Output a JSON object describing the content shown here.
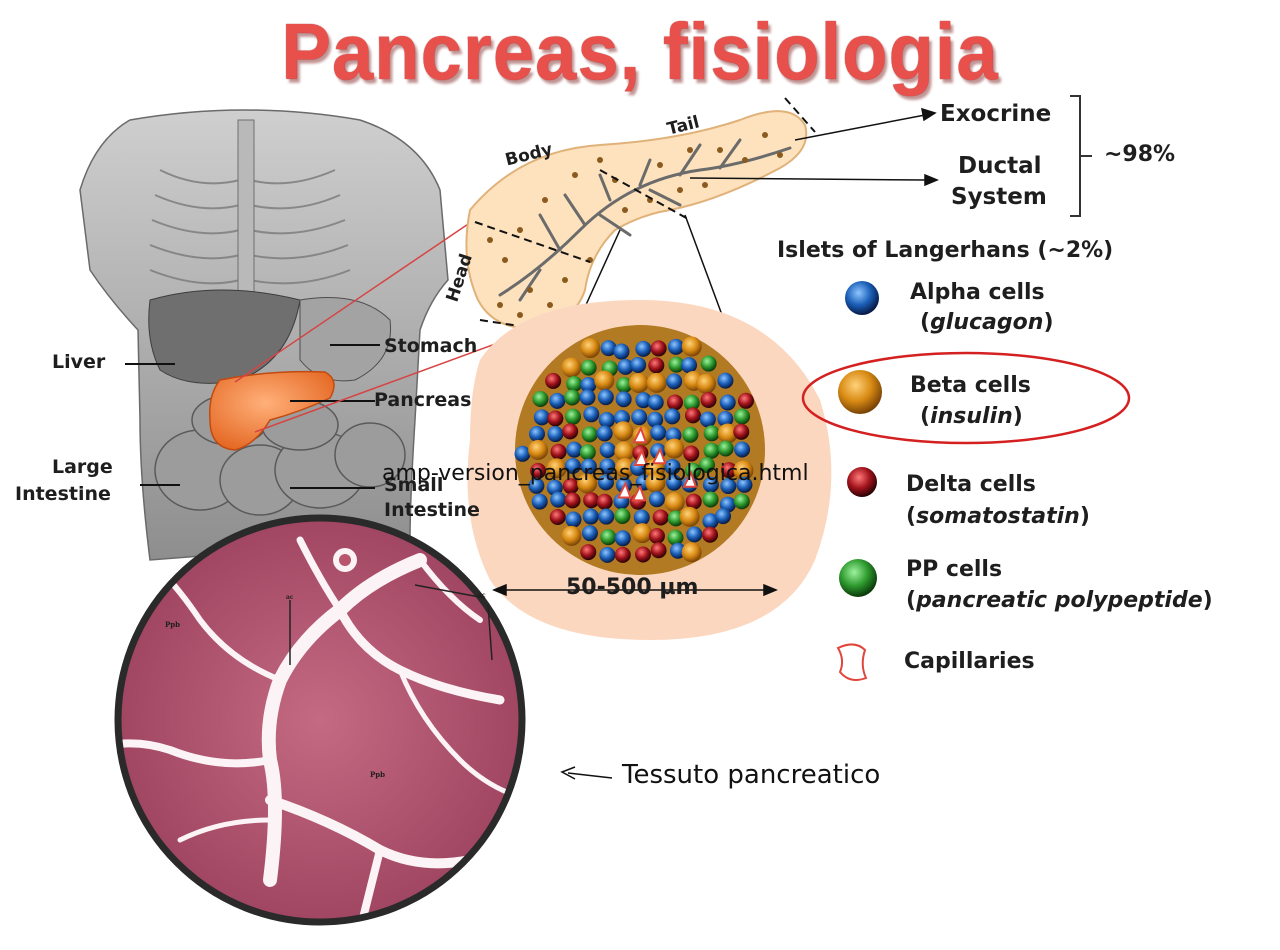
{
  "title": "Pancreas, fisiologia",
  "anatomy_labels": {
    "liver": "Liver",
    "stomach": "Stomach",
    "pancreas": "Pancreas",
    "large_intestine_1": "Large",
    "large_intestine_2": "Intestine",
    "small_intestine_1": "Small",
    "small_intestine_2": "Intestine"
  },
  "pancreas_regions": {
    "body": "Body",
    "tail": "Tail",
    "head": "Head"
  },
  "exocrine": {
    "exocrine_label": "Exocrine",
    "ductal_1": "Ductal",
    "ductal_2": "System",
    "percent": "~98%"
  },
  "islets": {
    "heading": "Islets of Langerhans (~2%)",
    "size": "50-500 µm"
  },
  "legend": [
    {
      "name": "Alpha cells",
      "hormone": "glucagon",
      "color": "#1b5fb8"
    },
    {
      "name": "Beta cells",
      "hormone": "insulin",
      "color": "#d98b14"
    },
    {
      "name": "Delta cells",
      "hormone": "somatostatin",
      "color": "#a3131c"
    },
    {
      "name": "PP cells",
      "hormone": "pancreatic polypeptide",
      "color": "#2e9a2e"
    },
    {
      "name": "Capillaries",
      "hormone": "",
      "color": "#e0463c"
    }
  ],
  "histology_marks": {
    "a": "Ppb",
    "b": "Ppb",
    "c": "ac",
    "d": "ac"
  },
  "filename_overlay": "amp-version_pancreas_fisiologica.html",
  "tissue_caption": "Tessuto pancreatico",
  "colors": {
    "title": "#e8504c",
    "highlight": "#d42020",
    "tissue": "#b8566e"
  }
}
